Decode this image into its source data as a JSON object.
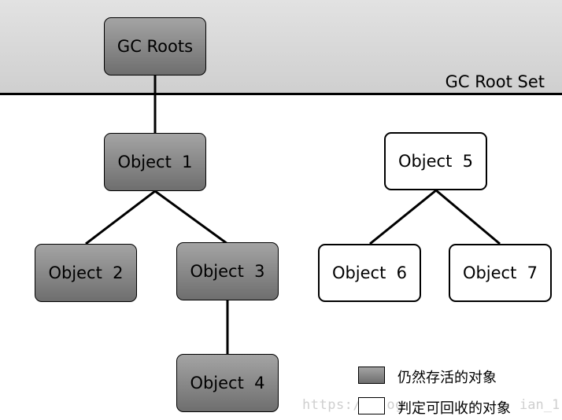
{
  "root_set": {
    "label": "GC Root Set"
  },
  "nodes": {
    "gc_roots": "GC Roots",
    "object1": "Object  1",
    "object2": "Object  2",
    "object3": "Object  3",
    "object4": "Object  4",
    "object5": "Object  5",
    "object6": "Object  6",
    "object7": "Object  7"
  },
  "legend": {
    "alive_label": "仍然存活的对象",
    "dead_label": "判定可回收的对象"
  },
  "watermark": {
    "prefix": "https://blog",
    "suffix": "ian_1"
  },
  "colors": {
    "alive_fill": "#8a8a8a",
    "dead_fill": "#ffffff",
    "root_band": "#d8d8d8"
  }
}
